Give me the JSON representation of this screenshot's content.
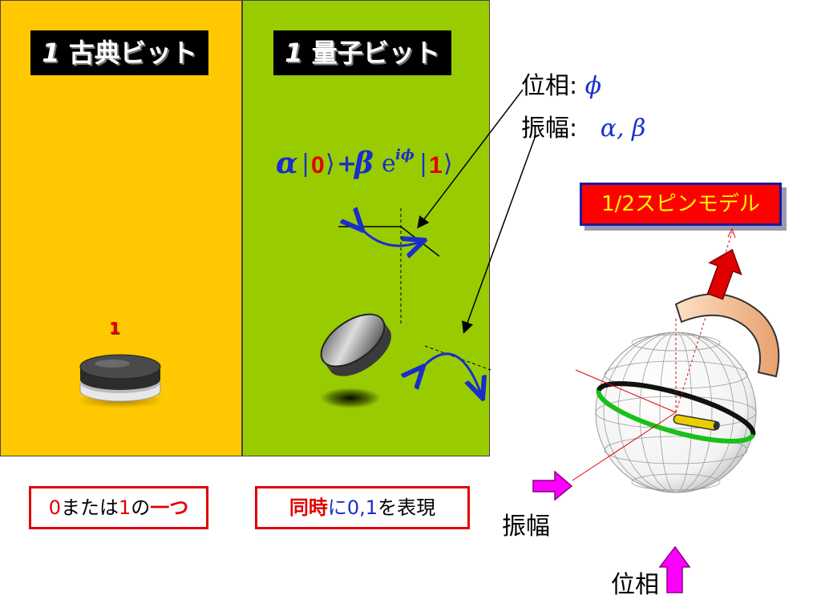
{
  "classical": {
    "title_num": "1",
    "title_text": " 古典ビット",
    "bit_value": "1",
    "caption": {
      "p1": "0",
      "p2": "または",
      "p3": "1",
      "p4": "の",
      "p5": "一つ"
    }
  },
  "quantum": {
    "title_num": "1",
    "title_text": " 量子ビット",
    "equation": {
      "alpha": "α",
      "ket0": "0",
      "plus": "+",
      "beta": "β",
      "e": "e",
      "exp": "iϕ",
      "ket1": "1"
    },
    "caption": {
      "p1": "同時",
      "p2": "に",
      "p3": "0,1",
      "p4": "を表現"
    }
  },
  "labels": {
    "phase": "位相:",
    "phase_symbol": "ϕ",
    "amplitude": "振幅:",
    "amplitude_symbols": "α, β",
    "spin_model": "1/2スピンモデル",
    "legend_amplitude": "振幅",
    "legend_phase": "位相"
  },
  "colors": {
    "classical_bg": "#ffc800",
    "quantum_bg": "#99cc00",
    "caption_border": "#e00000",
    "text_blue": "#1a2ecc",
    "spin_box_bg": "#ff0000",
    "spin_box_text": "#ffff00"
  }
}
